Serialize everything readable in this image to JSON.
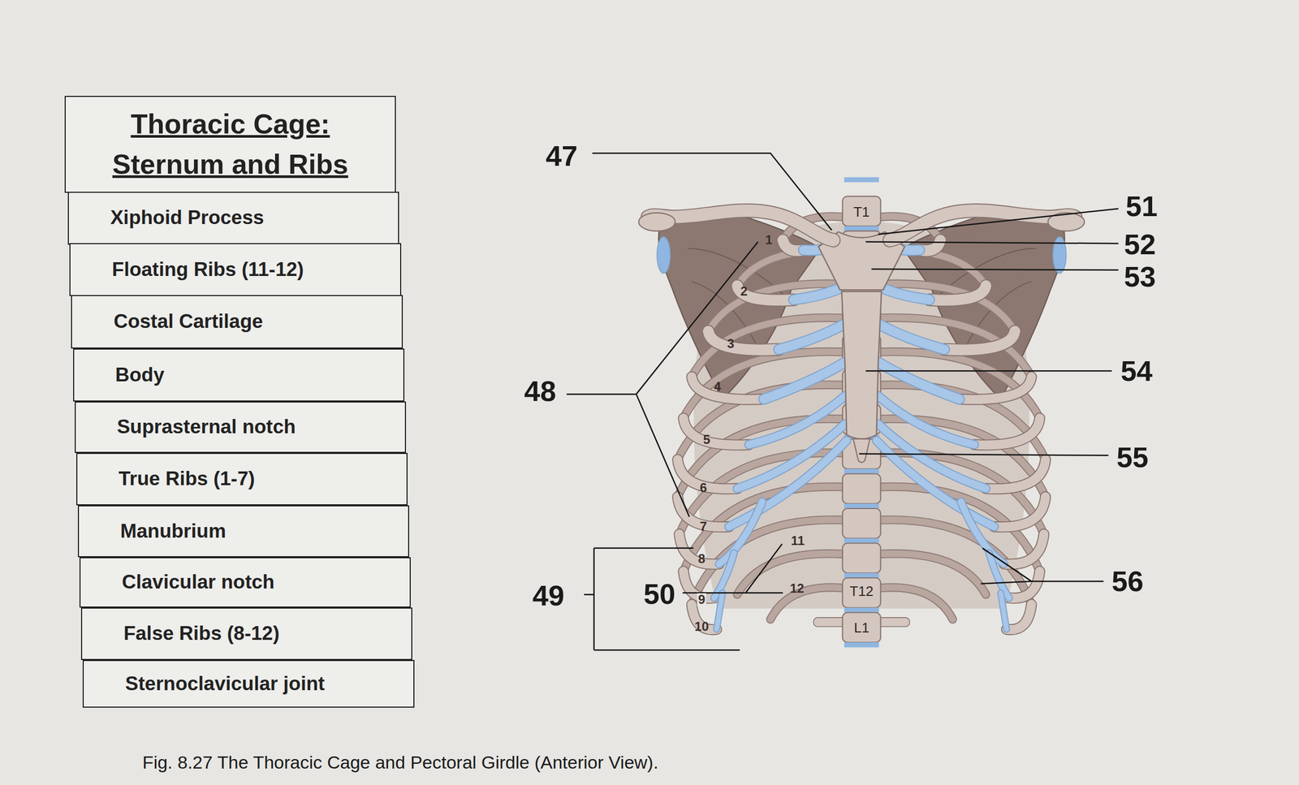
{
  "diagram": {
    "caption": "Fig. 8.27 The Thoracic Cage and Pectoral Girdle (Anterior View).",
    "nodes": [
      {
        "text": [
          "Thoracic Cage: Sternum and Ribs"
        ]
      },
      {
        "text": [
          "Xiphoid Process"
        ]
      },
      {
        "text": [
          "Floating Ribs (11-12)"
        ]
      },
      {
        "text": [
          "Costal Cartilage"
        ]
      },
      {
        "text": [
          "Body"
        ]
      },
      {
        "text": [
          "Suprasternal notch"
        ]
      },
      {
        "text": [
          "True Ribs (1-7)"
        ]
      },
      {
        "text": [
          "Manubrium"
        ]
      },
      {
        "text": [
          "Clavicular notch"
        ]
      },
      {
        "text": [
          "False Ribs (8-12)"
        ]
      },
      {
        "text": [
          "Sternoclavicular joint"
        ]
      }
    ],
    "labels": [
      "47",
      "48",
      "49",
      "50",
      "51",
      "52",
      "53",
      "54",
      "55",
      "56",
      "1",
      "2",
      "3",
      "4",
      "5",
      "6",
      "7",
      "8",
      "9",
      "10",
      "11",
      "12",
      "T1",
      "T12",
      "L1"
    ]
  }
}
